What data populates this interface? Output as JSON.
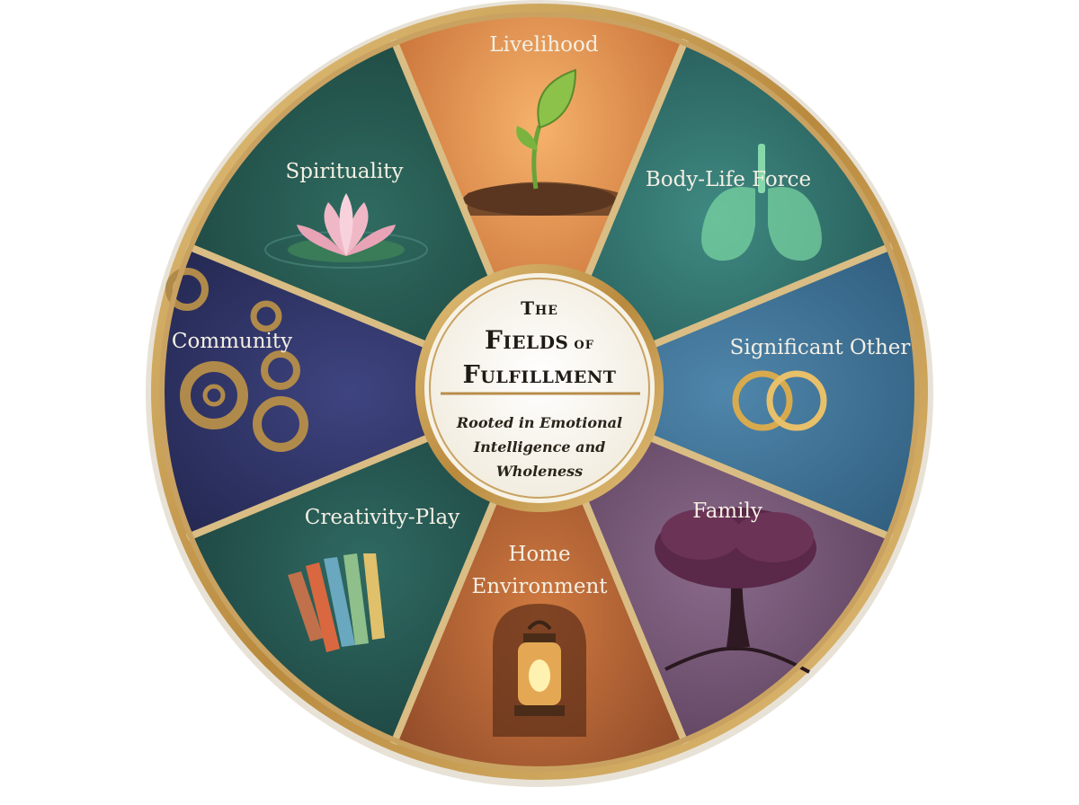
{
  "wheel": {
    "center": {
      "title_line1": "The",
      "title_line2_a": "Fields",
      "title_line2_b": "of",
      "title_line3": "Fulfillment",
      "subtitle_lines": [
        "Rooted in Emotional",
        "Intelligence and",
        "Wholeness"
      ]
    },
    "segments": [
      {
        "label": "Livelihood",
        "color": "#d9813a",
        "icon": "sprout-icon"
      },
      {
        "label": "Body-Life Force",
        "color": "#2f6a66",
        "icon": "lungs-icon"
      },
      {
        "label": "Significant Other",
        "color": "#3b6f93",
        "icon": "rings-icon"
      },
      {
        "label": "Family",
        "color": "#6b4a6e",
        "icon": "tree-icon"
      },
      {
        "label": "Home Environment",
        "label_lines": [
          "Home",
          "Environment"
        ],
        "color": "#a55a33",
        "icon": "lantern-icon"
      },
      {
        "label": "Creativity-Play",
        "color": "#244e4a",
        "icon": "pencils-icon"
      },
      {
        "label": "Community",
        "color": "#2e3260",
        "icon": "gears-icon"
      },
      {
        "label": "Spirituality",
        "color": "#245049",
        "icon": "lotus-icon"
      }
    ],
    "colors": {
      "rim": "#c9a261",
      "divider": "#d9bd84",
      "center_fill": "#faf7f0",
      "center_ring": "#b88d4a"
    }
  }
}
